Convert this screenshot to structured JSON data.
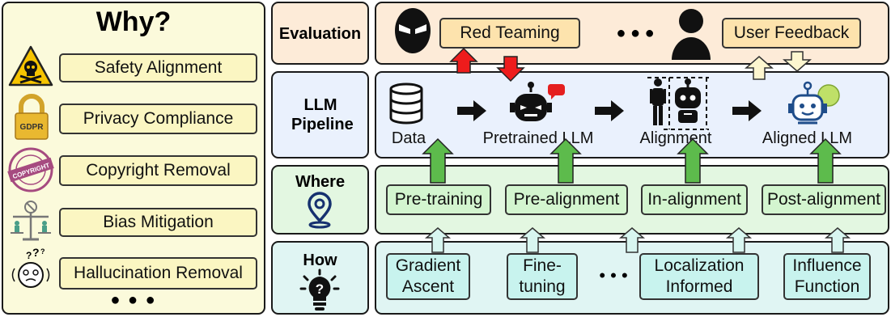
{
  "why": {
    "title": "Why?",
    "items": [
      {
        "label": "Safety Alignment",
        "icon": "hazard-skull-icon"
      },
      {
        "label": "Privacy Compliance",
        "icon": "gdpr-padlock-icon",
        "icon_text": "GDPR"
      },
      {
        "label": "Copyright Removal",
        "icon": "copyright-stamp-icon",
        "icon_text": "ALL RIGHTS RESERVED COPYRIGHT"
      },
      {
        "label": "Bias Mitigation",
        "icon": "balance-scale-icon"
      },
      {
        "label": "Hallucination Removal",
        "icon": "confused-face-icon"
      }
    ],
    "more": "● ● ●"
  },
  "rows": {
    "evaluation": "Evaluation",
    "pipeline": "LLM Pipeline",
    "where": "Where",
    "how": "How"
  },
  "evaluation": {
    "red_teaming": "Red Teaming",
    "dots": "● ● ●",
    "user_feedback": "User Feedback"
  },
  "pipeline": {
    "stages": [
      "Data",
      "Pretrained LLM",
      "Alignment",
      "Aligned LLM"
    ]
  },
  "where": {
    "items": [
      "Pre-training",
      "Pre-alignment",
      "In-alignment",
      "Post-alignment"
    ]
  },
  "how": {
    "items": [
      "Gradient Ascent",
      "Fine- tuning",
      "Localization Informed",
      "Influence Function"
    ],
    "line1": [
      "Gradient",
      "Fine-",
      "Localization",
      "Influence"
    ],
    "line2": [
      "Ascent",
      "tuning",
      "Informed",
      "Function"
    ],
    "dots": "• • •"
  },
  "colors": {
    "why_panel": "#fbfadb",
    "eval_panel": "#fdebd8",
    "pipeline_panel": "#eaf1fd",
    "where_panel": "#e3f7e1",
    "how_panel": "#e0f5f3",
    "red_arrow": "#ee1c1c",
    "green_arrow": "#5dbb4c",
    "cream_arrow": "#fdf6cf",
    "teal_arrow": "#d8f6f0"
  }
}
